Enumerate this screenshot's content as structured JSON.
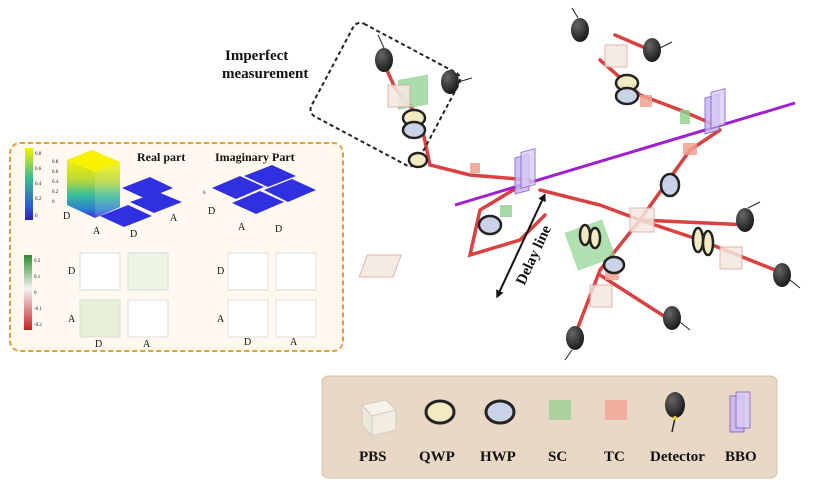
{
  "measurement_label": {
    "line1": "Imperfect",
    "line2": "measurement"
  },
  "delay_line_label": "Delay line",
  "density_panel": {
    "real_title": "Real part",
    "imag_title": "Imaginary Part",
    "real_colorbar_ticks": [
      "0.8",
      "0.6",
      "0.4",
      "0.2",
      "0"
    ],
    "real_axis_ticks": [
      "0.8",
      "0.6",
      "0.4",
      "0.2",
      "0"
    ],
    "imag_axis_tick": "0",
    "green_colorbar_ticks": [
      "0.2",
      "0.1",
      "0",
      "-0.1",
      "-0.2"
    ],
    "basis": [
      "D",
      "A"
    ]
  },
  "legend": {
    "items": [
      {
        "label": "PBS",
        "icon": "pbs-cube-icon"
      },
      {
        "label": "QWP",
        "icon": "qwp-plate-icon"
      },
      {
        "label": "HWP",
        "icon": "hwp-plate-icon"
      },
      {
        "label": "SC",
        "icon": "sc-crystal-icon"
      },
      {
        "label": "TC",
        "icon": "tc-crystal-icon"
      },
      {
        "label": "Detector",
        "icon": "detector-icon"
      },
      {
        "label": "BBO",
        "icon": "bbo-crystal-icon"
      }
    ]
  },
  "colors": {
    "beam_red": "#d94040",
    "pump_purple": "#a020d0",
    "panel_border": "#e0a040",
    "panel_fill": "#fff9ef",
    "legend_fill": "#e9d8c6",
    "sc_green": "#8fd18f",
    "tc_red": "#f0a090",
    "bar_blue": "#3030e0"
  }
}
